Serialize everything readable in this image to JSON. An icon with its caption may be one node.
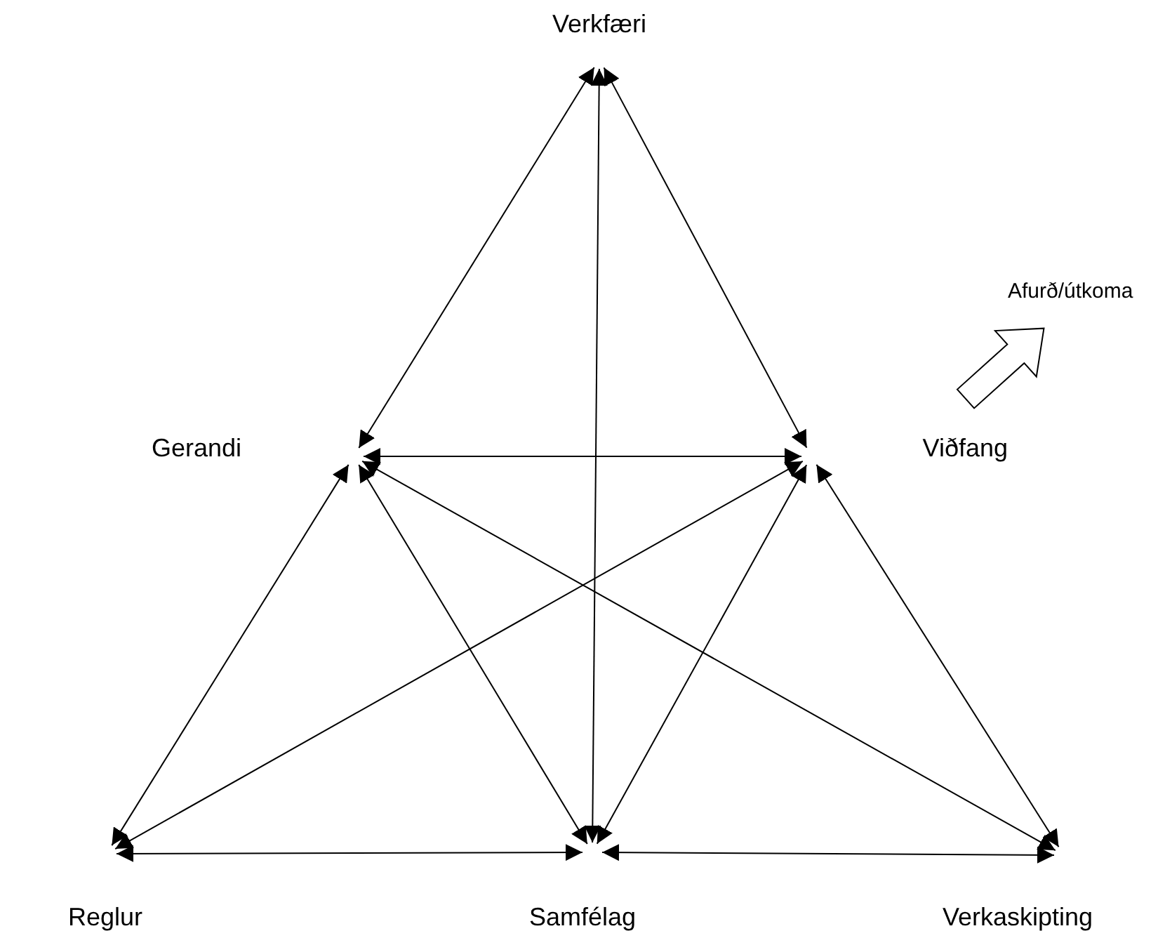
{
  "diagram": {
    "nodes": [
      {
        "text": [
          "Verkfæri"
        ]
      },
      {
        "text": [
          "Gerandi"
        ]
      },
      {
        "text": [
          "Viðfang"
        ]
      },
      {
        "text": [
          "Reglur"
        ]
      },
      {
        "text": [
          "Samfélag"
        ]
      },
      {
        "text": [
          "Verkaskipting"
        ]
      }
    ],
    "edges": [
      {
        "from": 0,
        "to": 1,
        "arrow": "both"
      },
      {
        "from": 0,
        "to": 2,
        "arrow": "both"
      },
      {
        "from": 0,
        "to": 4,
        "arrow": "both"
      },
      {
        "from": 1,
        "to": 2,
        "arrow": "both"
      },
      {
        "from": 1,
        "to": 3,
        "arrow": "both"
      },
      {
        "from": 1,
        "to": 4,
        "arrow": "both"
      },
      {
        "from": 1,
        "to": 5,
        "arrow": "both"
      },
      {
        "from": 2,
        "to": 3,
        "arrow": "both"
      },
      {
        "from": 2,
        "to": 4,
        "arrow": "both"
      },
      {
        "from": 2,
        "to": 5,
        "arrow": "both"
      },
      {
        "from": 3,
        "to": 4,
        "arrow": "both"
      },
      {
        "from": 4,
        "to": 5,
        "arrow": "both"
      }
    ],
    "labels": [
      "Afurð/útkoma"
    ]
  }
}
